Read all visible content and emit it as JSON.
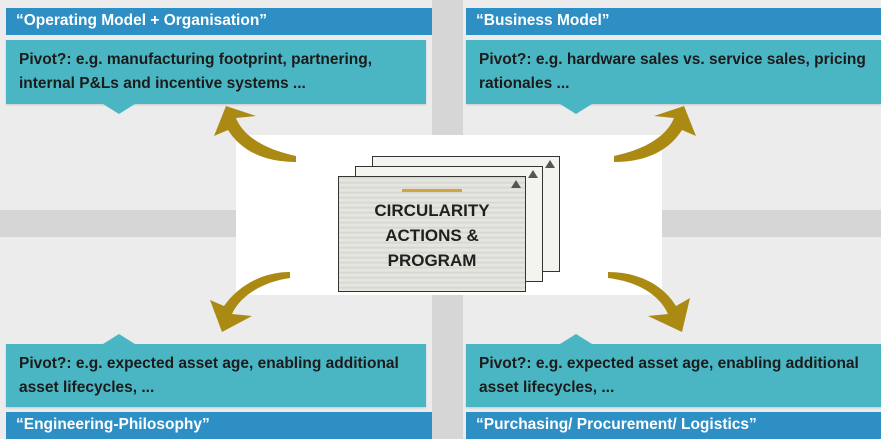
{
  "quadrants": {
    "top_left": {
      "title": "“Operating Model + Organisation”",
      "pivot": "Pivot?: e.g. manufacturing footprint, partnering, internal P&Ls and incentive systems ..."
    },
    "top_right": {
      "title": "“Business Model”",
      "pivot": "Pivot?: e.g. hardware sales vs. service sales, pricing rationales ..."
    },
    "bottom_left": {
      "title": "“Engineering-Philosophy”",
      "pivot": "Pivot?: e.g. expected asset age, enabling additional asset lifecycles, ..."
    },
    "bottom_right": {
      "title": "“Purchasing/ Procurement/ Logistics”",
      "pivot": "Pivot?: e.g. expected asset age, enabling additional asset lifecycles, ..."
    }
  },
  "center": {
    "label": "CIRCULARITY\nACTIONS &\nPROGRAM"
  },
  "colors": {
    "header": "#2d8fc4",
    "pivot_box": "#4bb6c3",
    "arrow": "#ab8a13",
    "quadrant_bg": "#ececec"
  },
  "icons": {
    "arrows": [
      "curved-arrow-up-left-icon",
      "curved-arrow-up-right-icon",
      "curved-arrow-down-left-icon",
      "curved-arrow-down-right-icon"
    ]
  }
}
